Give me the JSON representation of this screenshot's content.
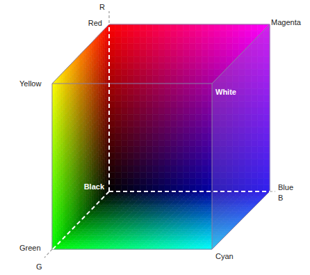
{
  "diagram": {
    "labels": [
      "R",
      "Red",
      "Magenta",
      "Yellow",
      "White",
      "Black",
      "Blue",
      "B",
      "Green",
      "G",
      "Cyan"
    ]
  }
}
